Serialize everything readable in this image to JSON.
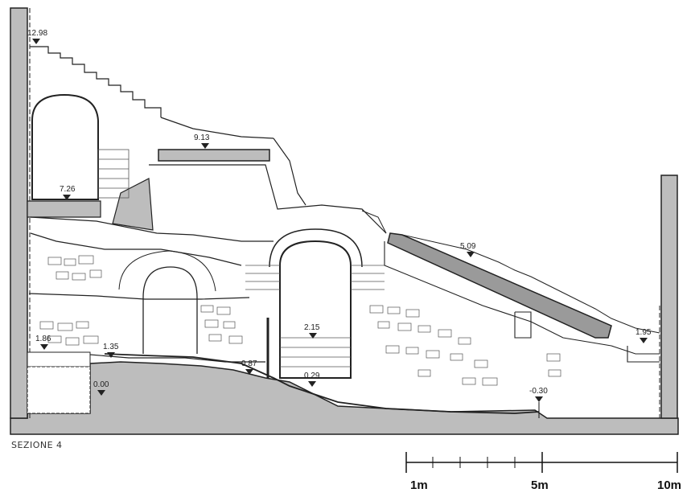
{
  "section": {
    "title": "SEZIONE 4"
  },
  "levels": {
    "l1": "12.98",
    "l2": "9.13",
    "l3": "7.26",
    "l4": "5.09",
    "l5": "2.15",
    "l6": "1.95",
    "l7": "1.86",
    "l8": "1.35",
    "l9": "0.87",
    "l10": "0.29",
    "l11": "0.00",
    "l12": "-0.30"
  },
  "scale_bar": {
    "label_start": "1m",
    "label_mid": "5m",
    "label_end": "10m"
  },
  "colors": {
    "section_fill": "#bdbdbd",
    "line": "#222222",
    "masonry": "#555555"
  }
}
